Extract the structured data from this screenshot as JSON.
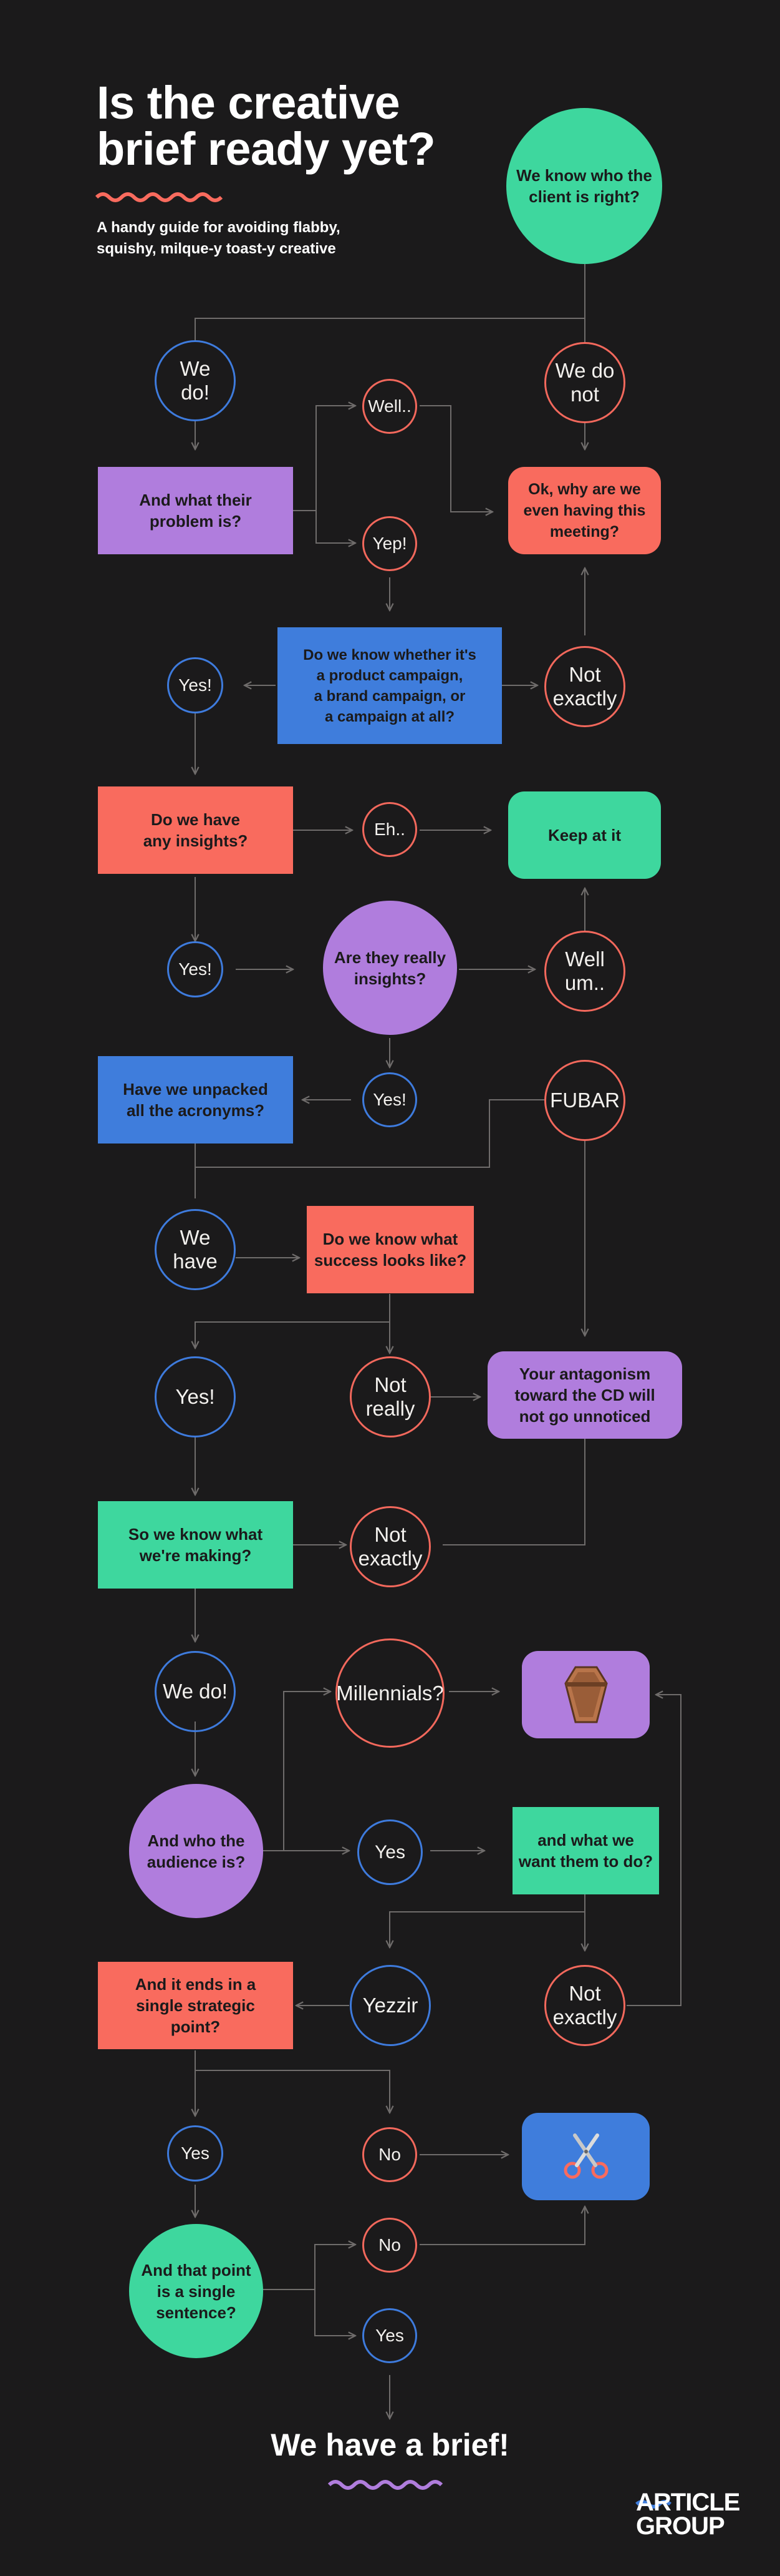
{
  "header": {
    "title": "Is the creative\nbrief ready yet?",
    "subtitle": "A handy guide for avoiding flabby,\nsquishy, milque-y toast-y creative"
  },
  "nodes": {
    "client_right": "We know who the\nclient is right?",
    "we_do": "We\ndo!",
    "we_do_not": "We do\nnot",
    "well": "Well..",
    "their_problem": "And what their\nproblem is?",
    "why_meeting": "Ok, why are we\neven having this\nmeeting?",
    "yep": "Yep!",
    "campaign_type": "Do we know whether it's\na product campaign,\na brand campaign, or\na campaign at all?",
    "yes_1": "Yes!",
    "not_exactly_1": "Not\nexactly",
    "any_insights": "Do we have\nany insights?",
    "eh": "Eh..",
    "keep_at_it": "Keep at it",
    "yes_2": "Yes!",
    "really_insights": "Are they really\ninsights?",
    "well_um": "Well\num..",
    "acronyms": "Have we unpacked\nall the acronyms?",
    "yes_3": "Yes!",
    "fubar": "FUBAR",
    "we_have": "We\nhave",
    "success": "Do we know what\nsuccess looks like?",
    "yes_4": "Yes!",
    "not_really": "Not\nreally",
    "antagonism": "Your antagonism\ntoward the CD will\nnot go unnoticed",
    "making": "So we know what\nwe're making?",
    "not_exactly_2": "Not\nexactly",
    "we_do_2": "We do!",
    "millennials": "Millennials?",
    "audience": "And who the\naudience is?",
    "yes_5": "Yes",
    "want_them": "and what we\nwant them to do?",
    "single_point": "And it ends in a\nsingle strategic\npoint?",
    "yezzir": "Yezzir",
    "not_exactly_3": "Not\nexactly",
    "yes_6": "Yes",
    "no_1": "No",
    "single_sentence": "And that point\nis a single\nsentence?",
    "no_2": "No",
    "yes_7": "Yes"
  },
  "icons": {
    "coffin": "coffin-icon",
    "scissors": "scissors-icon"
  },
  "footer": {
    "final": "We have a brief!",
    "logo": "ARTICLE\nGROUP"
  },
  "colors": {
    "background": "#1b1a1b",
    "purple": "#b07ddd",
    "green": "#3ed79e",
    "coral": "#f96b5e",
    "blue": "#3f7ddc",
    "connector": "#6f6c6b"
  }
}
